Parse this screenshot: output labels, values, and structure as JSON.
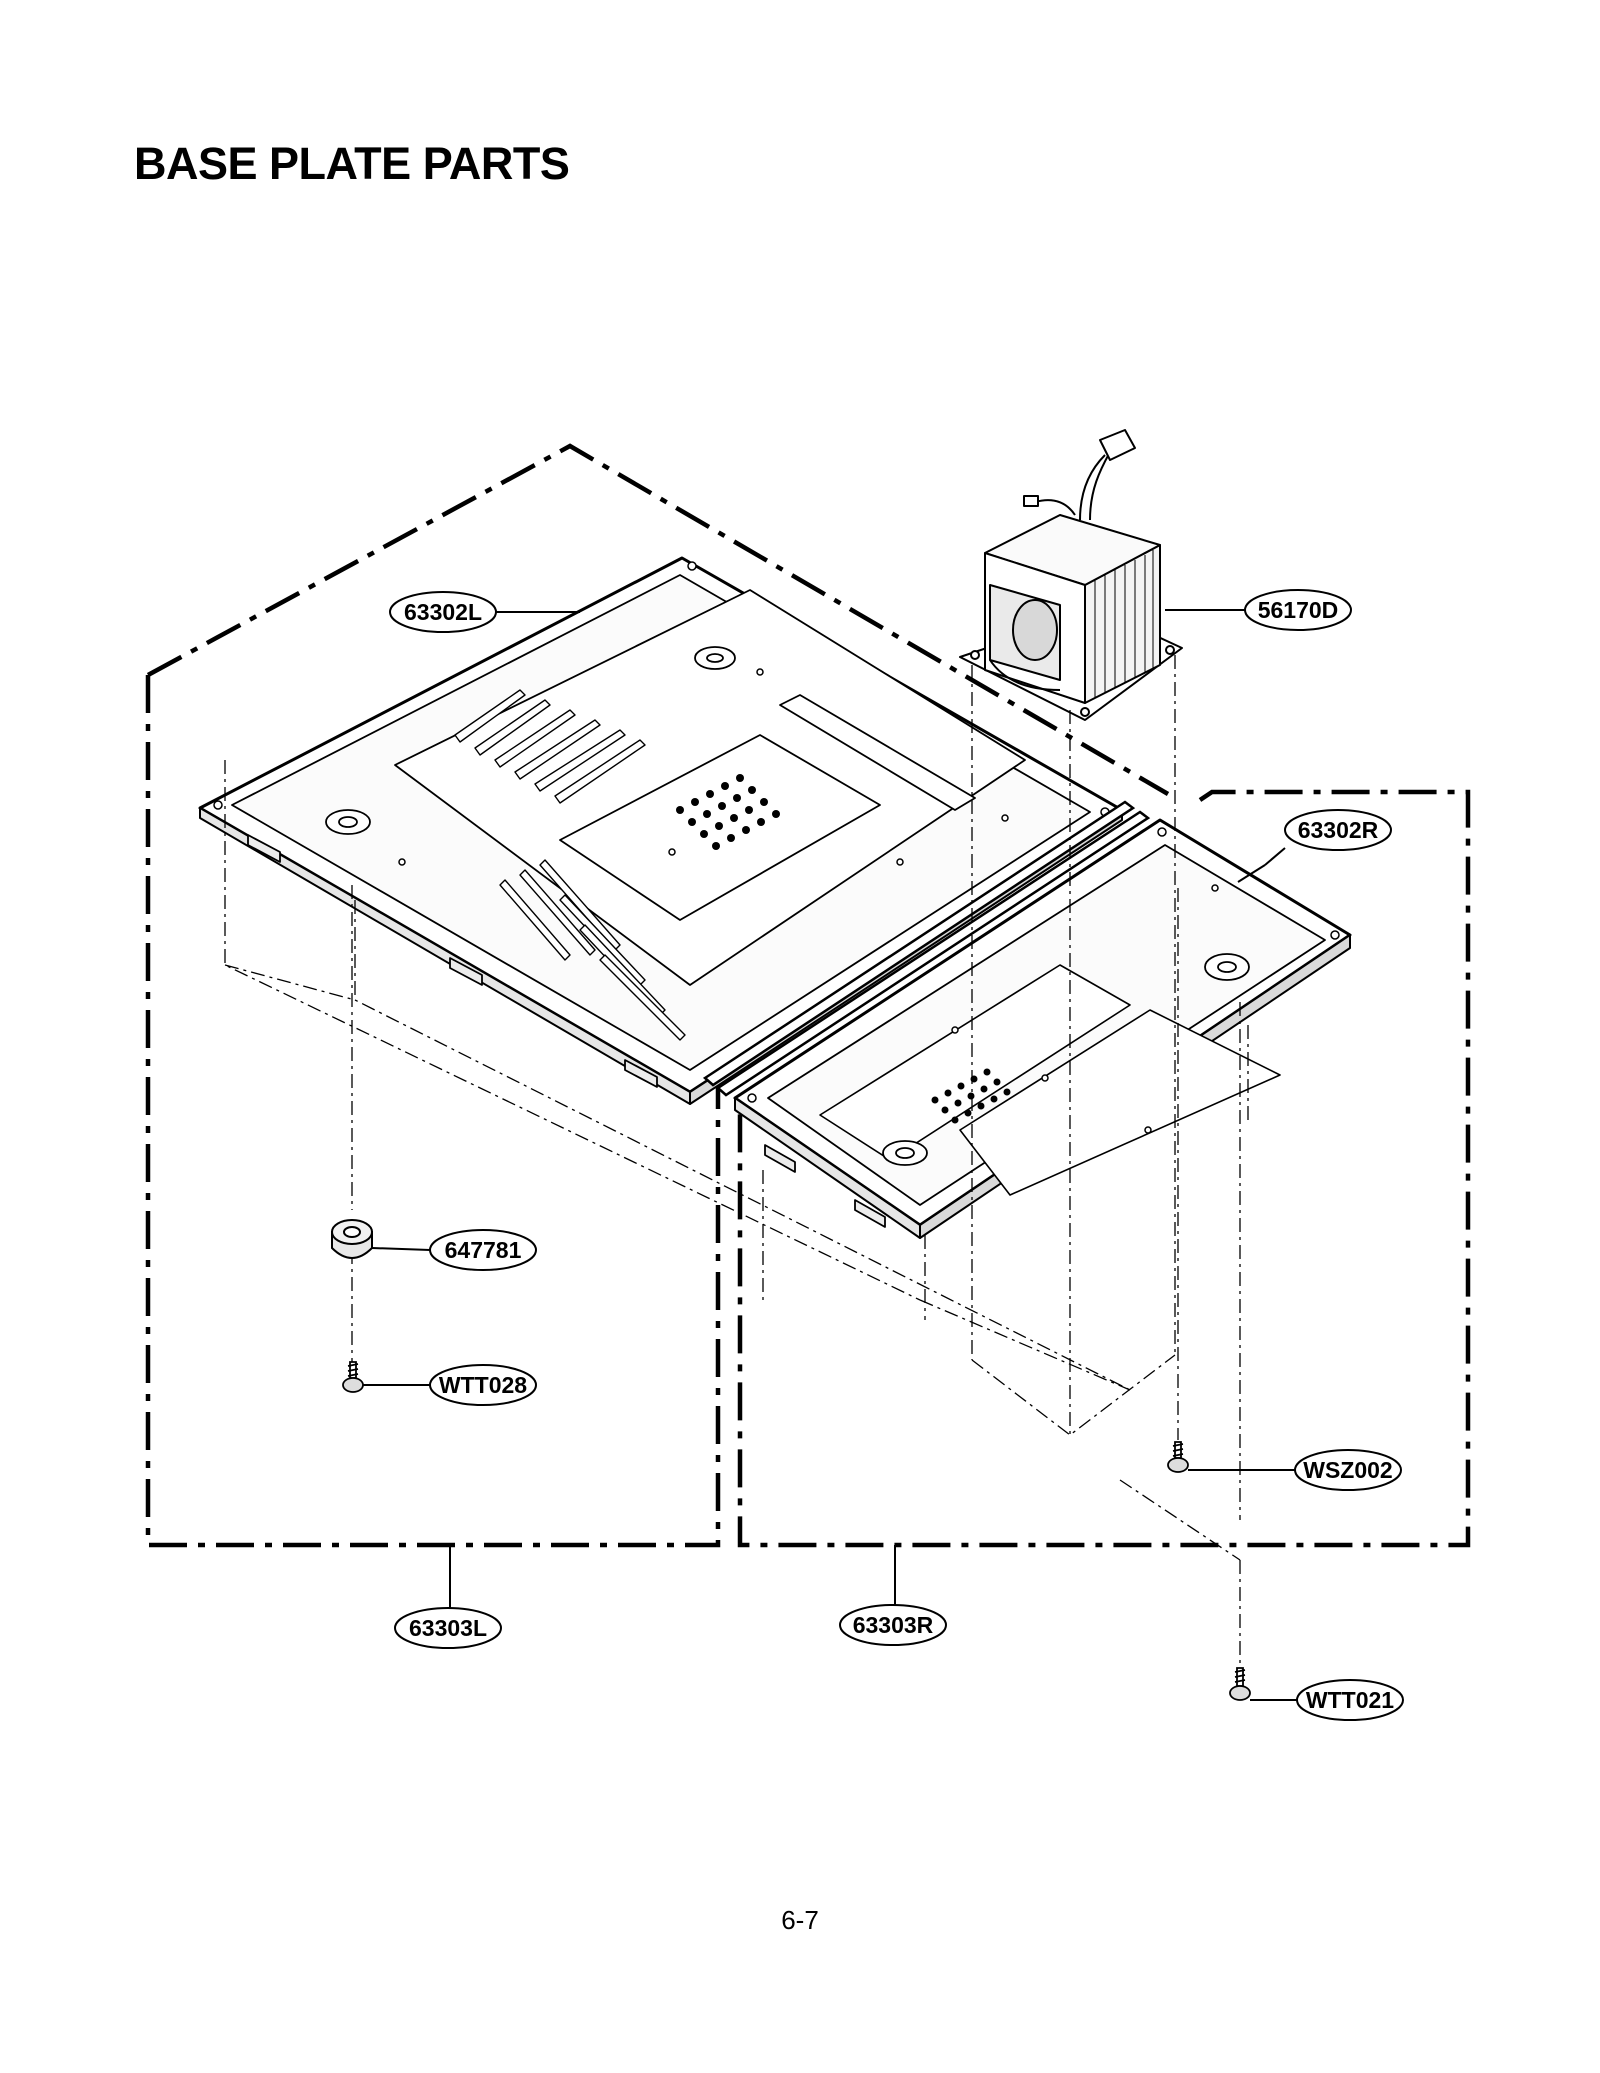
{
  "page": {
    "title": "BASE PLATE PARTS",
    "number": "6-7"
  },
  "callouts": [
    {
      "key": "c63302L",
      "label": "63302L"
    },
    {
      "key": "c56170D",
      "label": "56170D"
    },
    {
      "key": "c63302R",
      "label": "63302R"
    },
    {
      "key": "c647781",
      "label": "647781"
    },
    {
      "key": "cWTT028",
      "label": "WTT028"
    },
    {
      "key": "cWSZ002",
      "label": "WSZ002"
    },
    {
      "key": "c63303L",
      "label": "63303L"
    },
    {
      "key": "c63303R",
      "label": "63303R"
    },
    {
      "key": "cWTT021",
      "label": "WTT021"
    }
  ]
}
